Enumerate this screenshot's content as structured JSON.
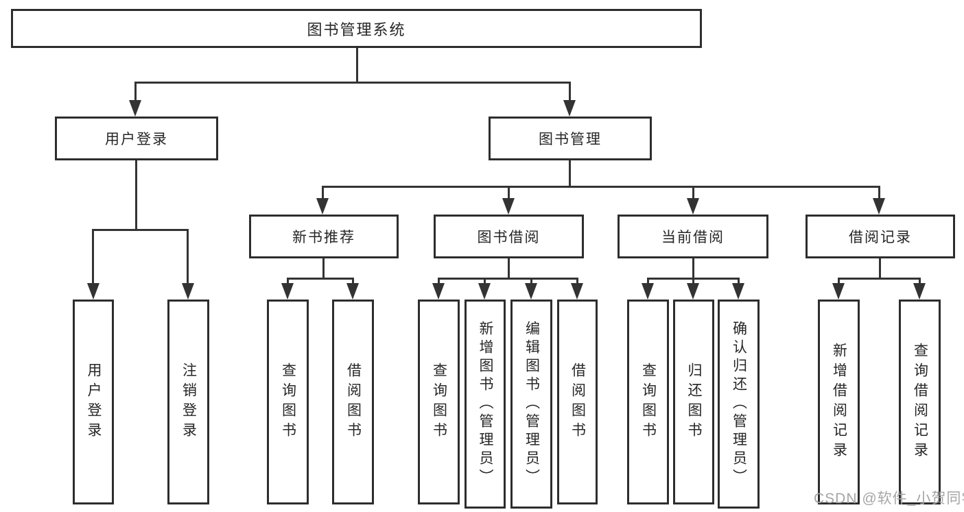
{
  "diagram": {
    "root": {
      "label": "图书管理系统"
    },
    "branches": [
      {
        "label": "用户登录",
        "children": [
          {
            "label": "用户登录"
          },
          {
            "label": "注销登录"
          }
        ]
      },
      {
        "label": "图书管理",
        "children": [
          {
            "label": "新书推荐",
            "children": [
              {
                "label": "查询图书"
              },
              {
                "label": "借阅图书"
              }
            ]
          },
          {
            "label": "图书借阅",
            "children": [
              {
                "label": "查询图书"
              },
              {
                "label": "新增图书（管理员）"
              },
              {
                "label": "编辑图书（管理员）"
              },
              {
                "label": "借阅图书"
              }
            ]
          },
          {
            "label": "当前借阅",
            "children": [
              {
                "label": "查询图书"
              },
              {
                "label": "归还图书"
              },
              {
                "label": "确认归还（管理员）"
              }
            ]
          },
          {
            "label": "借阅记录",
            "children": [
              {
                "label": "新增借阅记录"
              },
              {
                "label": "查询借阅记录"
              }
            ]
          }
        ]
      }
    ]
  },
  "watermark": {
    "text": "CSDN @软件_小贺同学"
  },
  "colors": {
    "line": "#333333",
    "border": "#2d2d2d",
    "text": "#262626",
    "watermark": "#a5a5a5",
    "background": "#ffffff"
  }
}
